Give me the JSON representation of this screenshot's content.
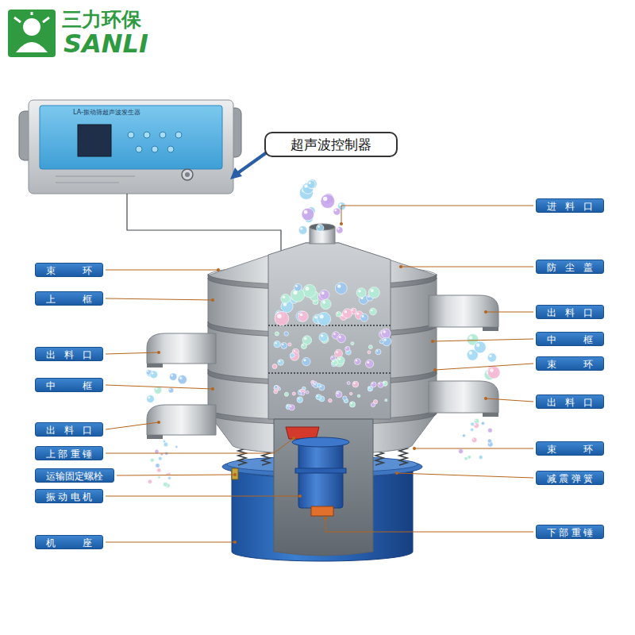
{
  "diagram": {
    "nodes": [
      {
        "text": [
          "超声波控制器"
        ]
      },
      {
        "text": [
          "进料口"
        ]
      },
      {
        "text": [
          "束环"
        ]
      },
      {
        "text": [
          "防尘盖"
        ]
      },
      {
        "text": [
          "上框"
        ]
      },
      {
        "text": [
          "出料口"
        ]
      },
      {
        "text": [
          "中框"
        ]
      },
      {
        "text": [
          "出料口"
        ]
      },
      {
        "text": [
          "束环"
        ]
      },
      {
        "text": [
          "中框"
        ]
      },
      {
        "text": [
          "出料口"
        ]
      },
      {
        "text": [
          "出料口"
        ]
      },
      {
        "text": [
          "束环"
        ]
      },
      {
        "text": [
          "上部重锤"
        ]
      },
      {
        "text": [
          "运输固定螺栓"
        ]
      },
      {
        "text": [
          "减震弹簧"
        ]
      },
      {
        "text": [
          "振动电机"
        ]
      },
      {
        "text": [
          "下部重锤"
        ]
      },
      {
        "text": [
          "机座"
        ]
      }
    ],
    "labels": [
      "三力环保",
      "SANLI",
      "LA-振动筛超声波发生器"
    ]
  }
}
